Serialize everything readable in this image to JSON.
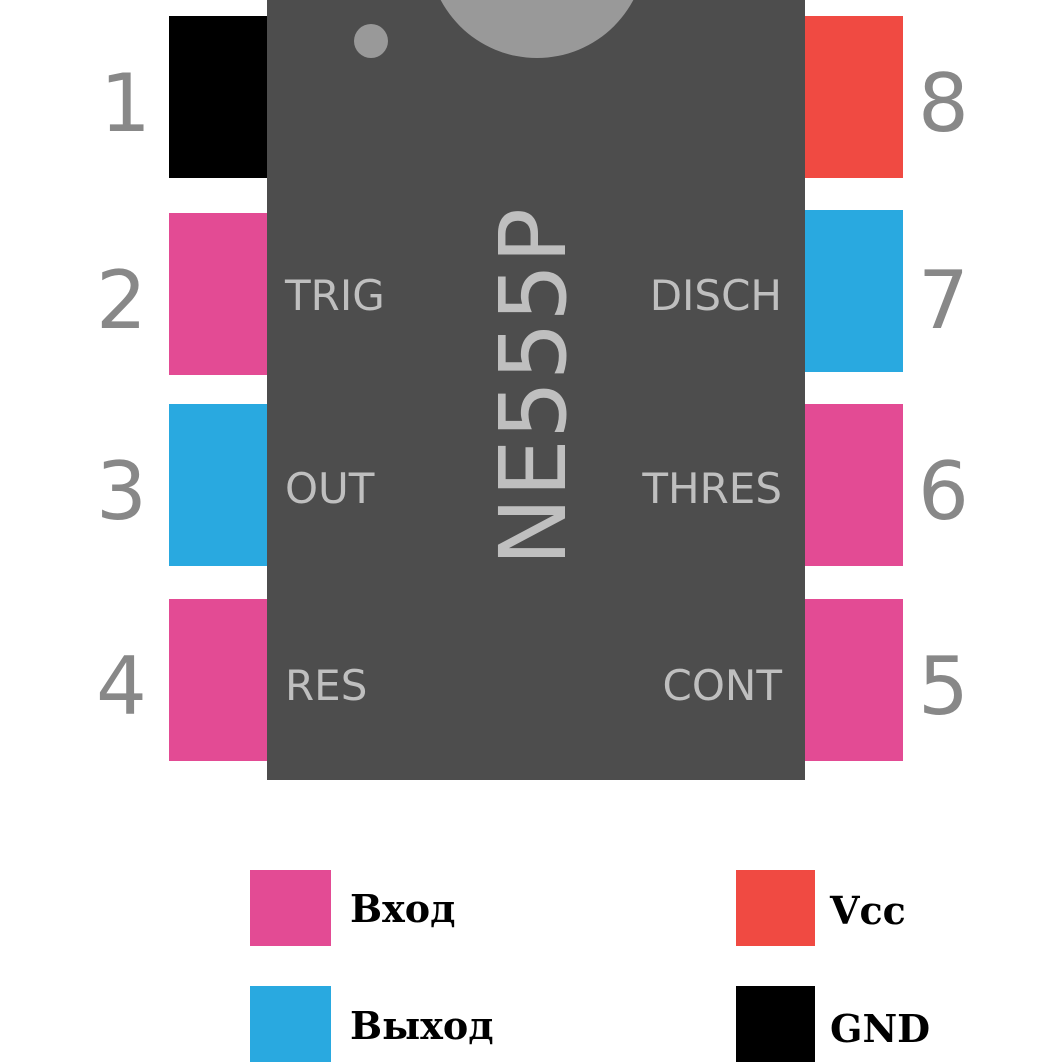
{
  "chip": {
    "name": "NE555P",
    "body_color": "#4d4d4d",
    "marker_color": "#999999",
    "label_color": "#bfbfbf",
    "number_color": "#888888"
  },
  "pins": [
    {
      "number": "1",
      "label": "",
      "color": "#000000"
    },
    {
      "number": "2",
      "label": "TRIG",
      "color": "#e34b94"
    },
    {
      "number": "3",
      "label": "OUT",
      "color": "#29a9e0"
    },
    {
      "number": "4",
      "label": "RES",
      "color": "#e34b94"
    },
    {
      "number": "5",
      "label": "CONT",
      "color": "#e34b94"
    },
    {
      "number": "6",
      "label": "THRES",
      "color": "#e34b94"
    },
    {
      "number": "7",
      "label": "DISCH",
      "color": "#29a9e0"
    },
    {
      "number": "8",
      "label": "",
      "color": "#f04a42"
    }
  ],
  "legend": [
    {
      "label": "Вход",
      "color": "#e34b94"
    },
    {
      "label": "Выход",
      "color": "#29a9e0"
    },
    {
      "label": "Vcc",
      "color": "#f04a42"
    },
    {
      "label": "GND",
      "color": "#000000"
    }
  ]
}
